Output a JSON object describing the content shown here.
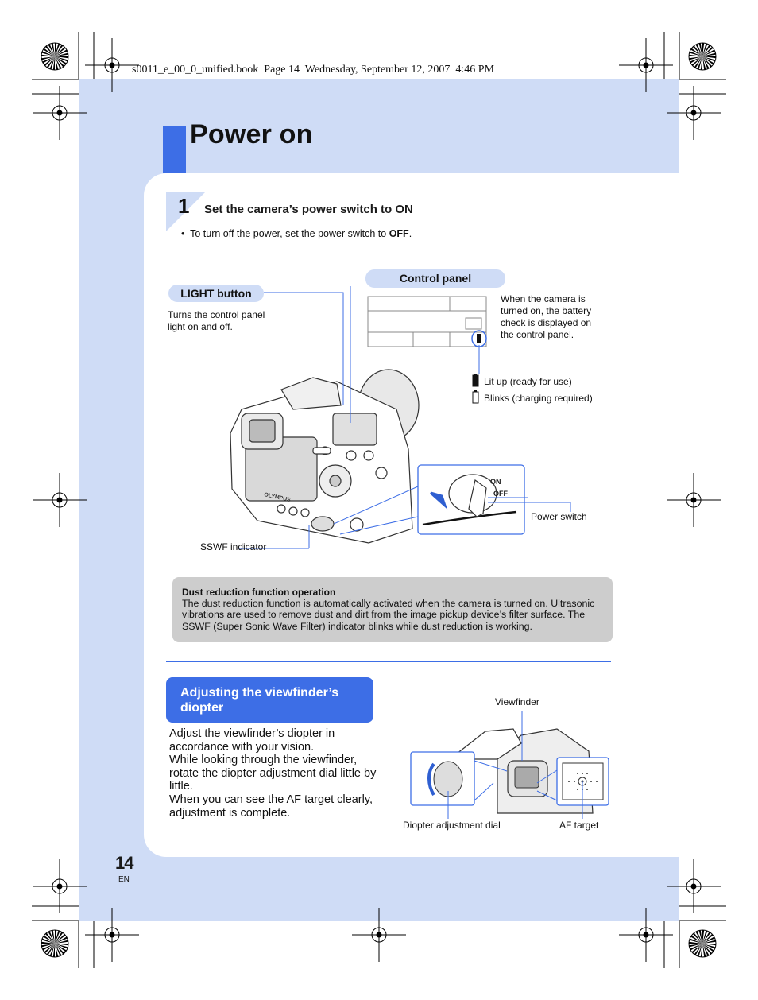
{
  "printer_line": "s0011_e_00_0_unified.book  Page 14  Wednesday, September 12, 2007  4:46 PM",
  "header": {
    "title": "Power on"
  },
  "step1": {
    "number": "1",
    "heading": "Set the camera’s power switch to ON",
    "bullet_prefix": "•  To turn off the power, set the power switch to ",
    "bullet_bold": "OFF",
    "bullet_suffix": "."
  },
  "figure1": {
    "light_button_label": "LIGHT button",
    "light_button_desc": [
      "Turns the control panel",
      "light on and off."
    ],
    "control_panel_label": "Control panel",
    "control_panel_desc": [
      "When the camera is",
      "turned on, the battery",
      "check is displayed on",
      "the control panel."
    ],
    "lit_up": "Lit up (ready for use)",
    "blinks": "Blinks (charging required)",
    "switch_on": "ON",
    "switch_off": "OFF",
    "power_switch": "Power switch",
    "sswf_indicator": "SSWF indicator",
    "brand": "OLYMPUS"
  },
  "dust_note": {
    "title": "Dust reduction function operation",
    "lines": [
      "The dust reduction function is automatically activated when the camera is turned on. Ultrasonic",
      "vibrations are used to remove dust and dirt from the image pickup device’s filter surface. The",
      "SSWF (Super Sonic Wave Filter) indicator blinks while dust reduction is working."
    ]
  },
  "diopter": {
    "tab_lines": [
      "Adjusting the viewfinder’s",
      "diopter"
    ],
    "body_lines": [
      "Adjust the viewfinder’s diopter in",
      "accordance with your vision.",
      "While looking through the viewfinder,",
      "rotate the diopter adjustment dial little by",
      "little.",
      "When you can see the AF target clearly,",
      "adjustment is complete."
    ],
    "viewfinder_label": "Viewfinder",
    "dial_label": "Diopter adjustment dial",
    "af_label": "AF target"
  },
  "footer": {
    "page_number": "14",
    "lang": "EN"
  }
}
